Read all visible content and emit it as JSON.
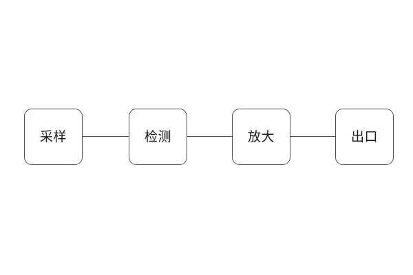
{
  "diagram": {
    "type": "flowchart",
    "direction": "left-to-right",
    "nodes": [
      {
        "id": "sampling",
        "label": "采样"
      },
      {
        "id": "detection",
        "label": "检测"
      },
      {
        "id": "amplify",
        "label": "放大"
      },
      {
        "id": "outlet",
        "label": "出口"
      }
    ],
    "connections": [
      {
        "from": "sampling",
        "to": "detection",
        "style": "plain-line"
      },
      {
        "from": "detection",
        "to": "amplify",
        "style": "plain-line"
      },
      {
        "from": "amplify",
        "to": "outlet",
        "style": "plain-line"
      }
    ],
    "colors": {
      "background": "#ffffff",
      "node_fill": "#ffffff",
      "node_border": "#4d4d4d",
      "connector": "#4d4d4d",
      "label_text": "#1a1a1a"
    }
  }
}
